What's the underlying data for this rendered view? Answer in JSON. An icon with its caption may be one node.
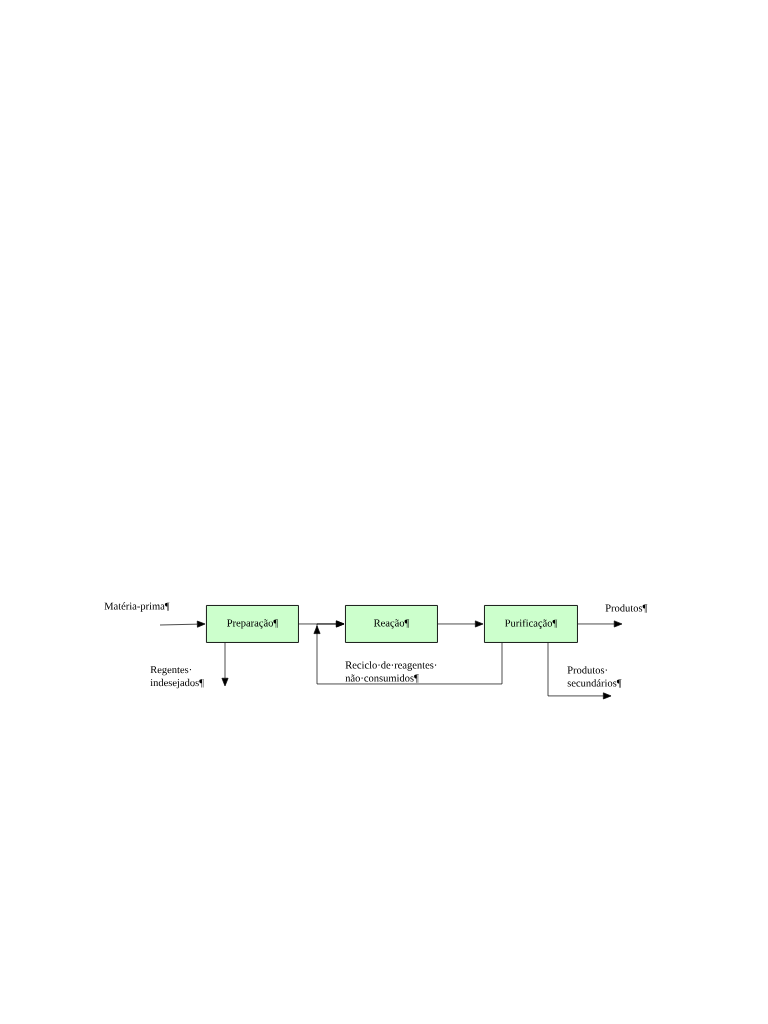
{
  "diagram": {
    "nodes": [
      {
        "text": [
          "Preparação¶"
        ]
      },
      {
        "text": [
          "Reação¶"
        ]
      },
      {
        "text": [
          "Purificação¶"
        ]
      }
    ],
    "edges": [
      {
        "from": null,
        "to": 0,
        "arrow": "to",
        "label": "Matéria-prima¶"
      },
      {
        "from": 0,
        "to": 1,
        "arrow": "to"
      },
      {
        "from": 1,
        "to": 2,
        "arrow": "to"
      },
      {
        "from": 2,
        "to": null,
        "arrow": "to",
        "label": "Produtos¶"
      },
      {
        "from": 0,
        "to": null,
        "arrow": "to",
        "label": "Regentes· indesejados¶"
      },
      {
        "from": 2,
        "to": 1,
        "arrow": "to",
        "label": "Reciclo·de·reagentes· não·consumidos¶"
      },
      {
        "from": 2,
        "to": null,
        "arrow": "to",
        "label": "Produtos· secundários¶"
      }
    ]
  }
}
